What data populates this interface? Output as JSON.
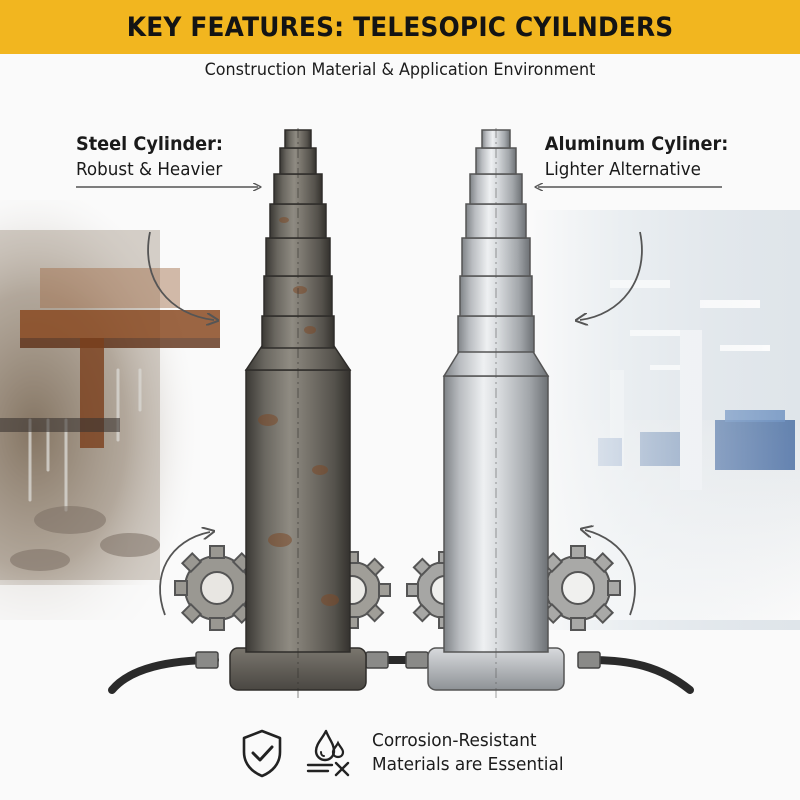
{
  "header": {
    "title": "KEY FEATURES: TELESOPIC CYILNDERS",
    "subtitle": "Construction Material & Application Environment"
  },
  "steel": {
    "title": "Steel Cylinder:",
    "subtitle": "Robust & Heavier"
  },
  "aluminum": {
    "title": "Aluminum Cyliner:",
    "subtitle": "Lighter Alternative"
  },
  "footer": {
    "line1": "Corrosion-Resistant",
    "line2": "Materials are Essential"
  },
  "icons": [
    "shield-check-icon",
    "corrosion-icon",
    "gear-icon",
    "curved-arrow-icon",
    "hose-icon"
  ],
  "colors": {
    "banner": "#f2b61f",
    "text": "#1a1a1a",
    "steel": "#6e6a63",
    "rust": "#8a4a22",
    "aluminum": "#c9ccd0"
  }
}
